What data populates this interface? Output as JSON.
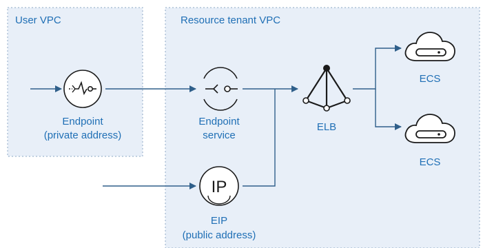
{
  "vpcs": {
    "user": {
      "label": "User VPC"
    },
    "resource": {
      "label": "Resource tenant VPC"
    }
  },
  "nodes": {
    "endpoint": {
      "line1": "Endpoint",
      "line2": "(private address)",
      "icon": "endpoint-icon"
    },
    "endpoint_service": {
      "line1": "Endpoint",
      "line2": "service",
      "icon": "endpoint-service-icon"
    },
    "eip": {
      "line1": "EIP",
      "line2": "(public address)",
      "icon": "eip-icon",
      "icon_text": "IP"
    },
    "elb": {
      "line1": "ELB",
      "icon": "load-balancer-icon"
    },
    "ecs_top": {
      "line1": "ECS",
      "icon": "cloud-server-icon"
    },
    "ecs_bottom": {
      "line1": "ECS",
      "icon": "cloud-server-icon"
    }
  },
  "colors": {
    "panel_fill": "#e8eff8",
    "panel_border": "#9fb6cf",
    "label_text": "#1f6fb5",
    "connector": "#2f5f8a",
    "icon_stroke": "#1a1a1a"
  }
}
